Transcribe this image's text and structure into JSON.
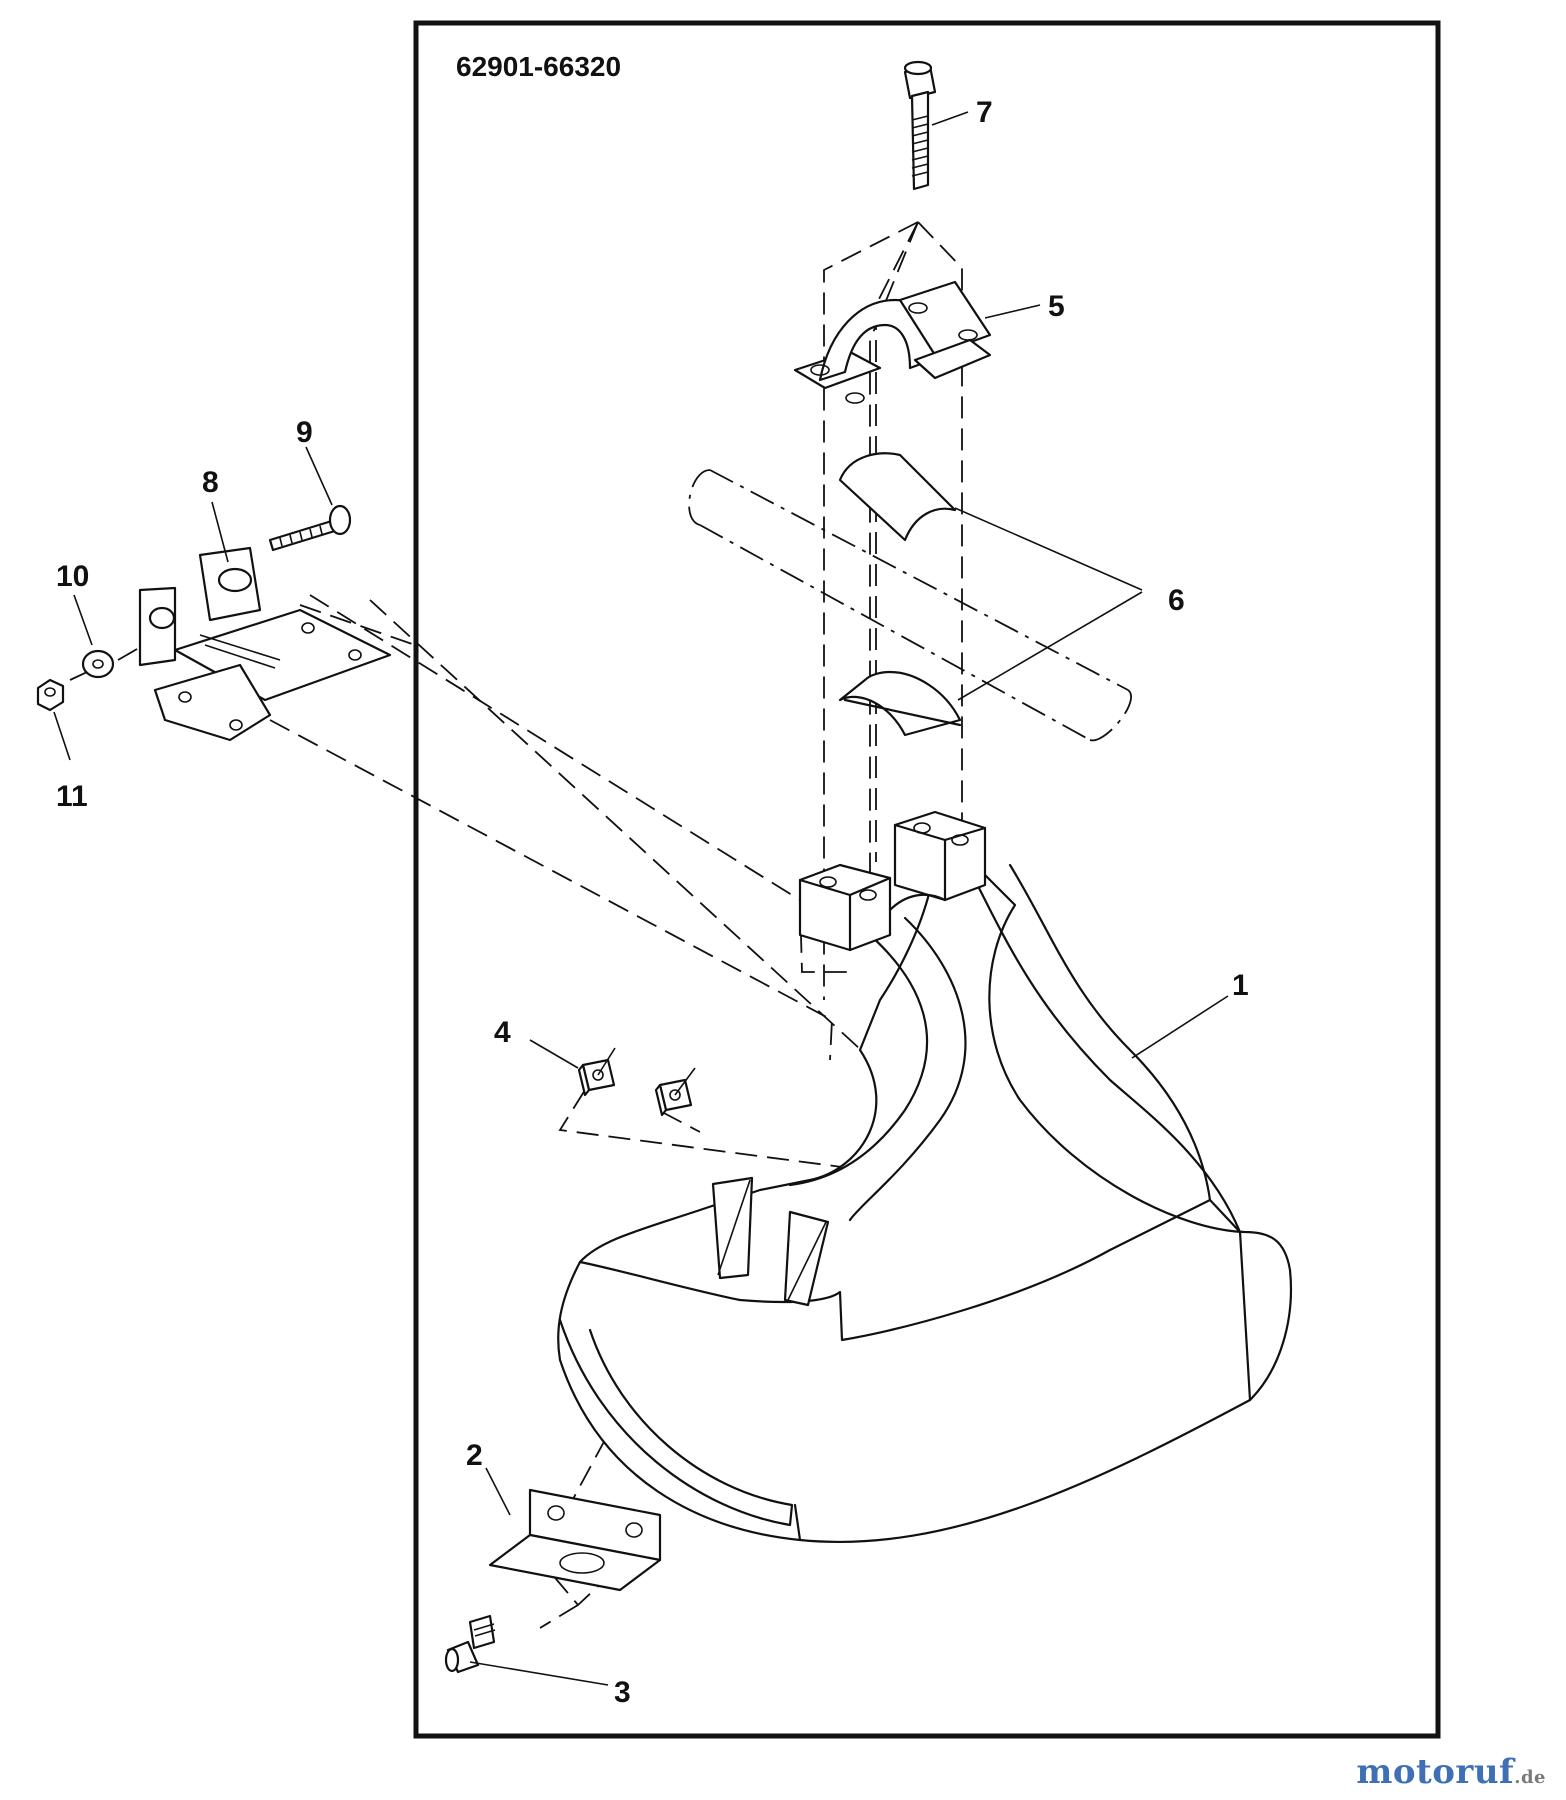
{
  "diagram": {
    "model_code": "62901-66320",
    "callouts": [
      "1",
      "2",
      "3",
      "4",
      "5",
      "6",
      "7",
      "8",
      "9",
      "10",
      "11"
    ]
  },
  "watermark": {
    "main": "motoruf",
    "suffix": ".de"
  },
  "colors": {
    "line": "#111111",
    "watermark_blue": "#3f6fb5",
    "watermark_gray": "#7a7a7a"
  }
}
